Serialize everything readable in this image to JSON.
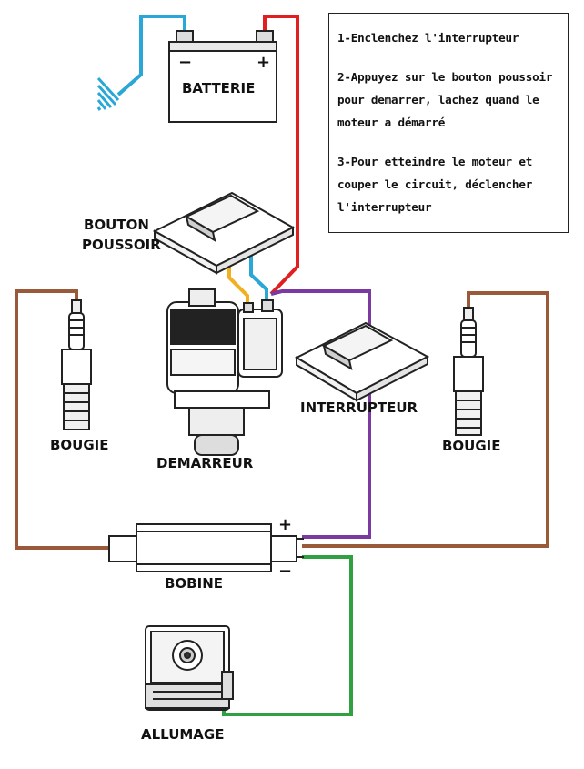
{
  "labels": {
    "batterie": "BATTERIE",
    "battery_minus": "−",
    "battery_plus": "+",
    "bouton_line1": "BOUTON",
    "bouton_line2": "POUSSOIR",
    "interrupteur": "INTERRUPTEUR",
    "bougie_left": "BOUGIE",
    "bougie_right": "BOUGIE",
    "demarreur": "DEMARREUR",
    "bobine": "BOBINE",
    "bobine_plus": "+",
    "bobine_minus": "−",
    "allumage": "ALLUMAGE"
  },
  "instructions": [
    "1-Enclenchez l'interrupteur",
    "2-Appuyez sur le bouton poussoir pour demarrer, lachez quand le moteur a démarré",
    "3-Pour etteindre le moteur et couper le circuit, déclencher l'interrupteur"
  ],
  "wire_colors": {
    "ground": "#2aa7d6",
    "battery_positive": "#e02020",
    "button": "#f0b020",
    "switch": "#7a3aa0",
    "ignition": "#30a040",
    "plug": "#9a5a3a"
  }
}
